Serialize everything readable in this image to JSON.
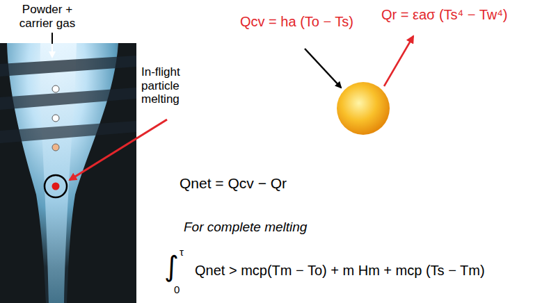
{
  "diagram": {
    "labels": [
      "Powder + carrier gas",
      "In-flight particle melting",
      "Qcv = ha (To − Ts)",
      "Qr = εaσ (Ts⁴ − Tw⁴)",
      "Qnet = Qcv − Qr",
      "For complete melting",
      "∫",
      "τ",
      "0",
      "Qnet > mcp(Tm − To) + m Hm + mcp (Ts − Tm)"
    ]
  }
}
